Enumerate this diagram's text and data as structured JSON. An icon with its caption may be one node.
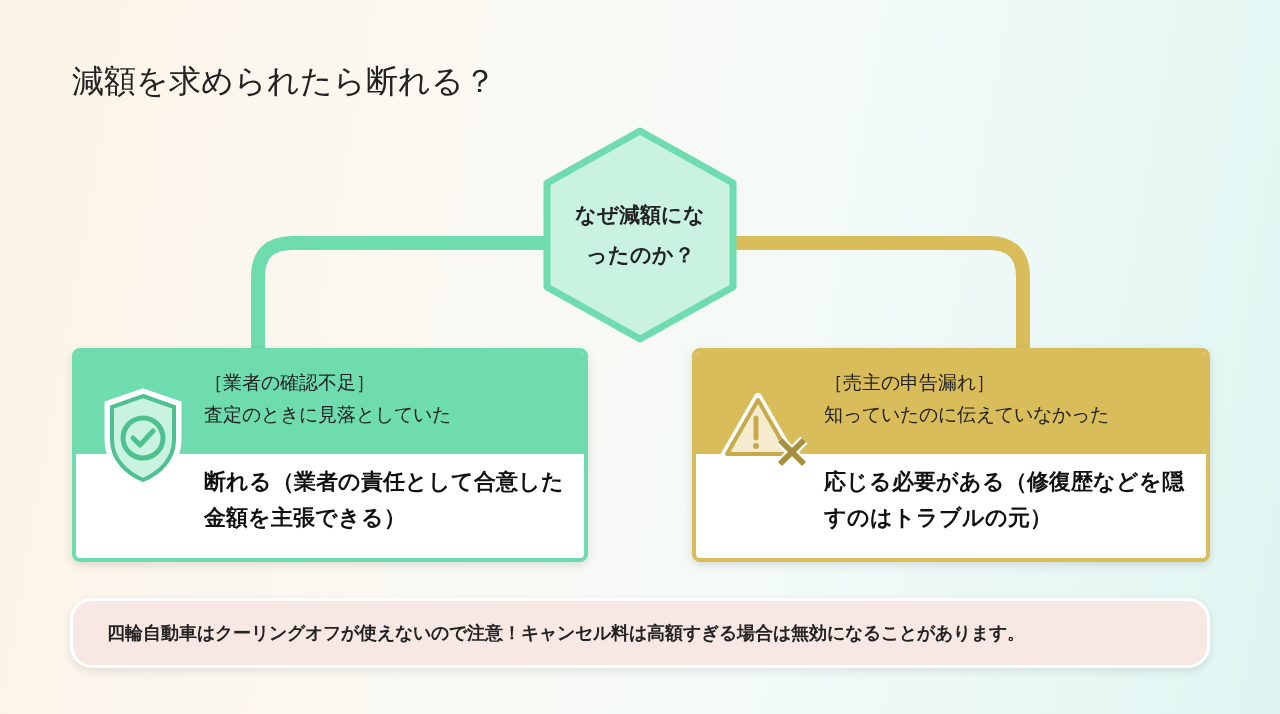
{
  "diagram": {
    "title": "減額を求められたら断れる？",
    "nodes": [
      {
        "text": [
          "なぜ減額になったのか？"
        ]
      },
      {
        "text": [
          "［業者の確認不足］",
          "査定のときに見落としていた",
          "断れる（業者の責任として合意した金額を主張できる）"
        ]
      },
      {
        "text": [
          "［売主の申告漏れ］",
          "知っていたのに伝えていなかった",
          "応じる必要がある（修復歴などを隠すのはトラブルの元）"
        ]
      },
      {
        "text": [
          "四輪自動車はクーリングオフが使えないので注意！キャンセル料は高額すぎる場合は無効になることがあります。"
        ]
      }
    ],
    "edges": [
      {
        "from": 0,
        "to": 1,
        "arrow": "none",
        "color": "#6fdcaf"
      },
      {
        "from": 0,
        "to": 2,
        "arrow": "none",
        "color": "#d8bd5a"
      }
    ]
  }
}
